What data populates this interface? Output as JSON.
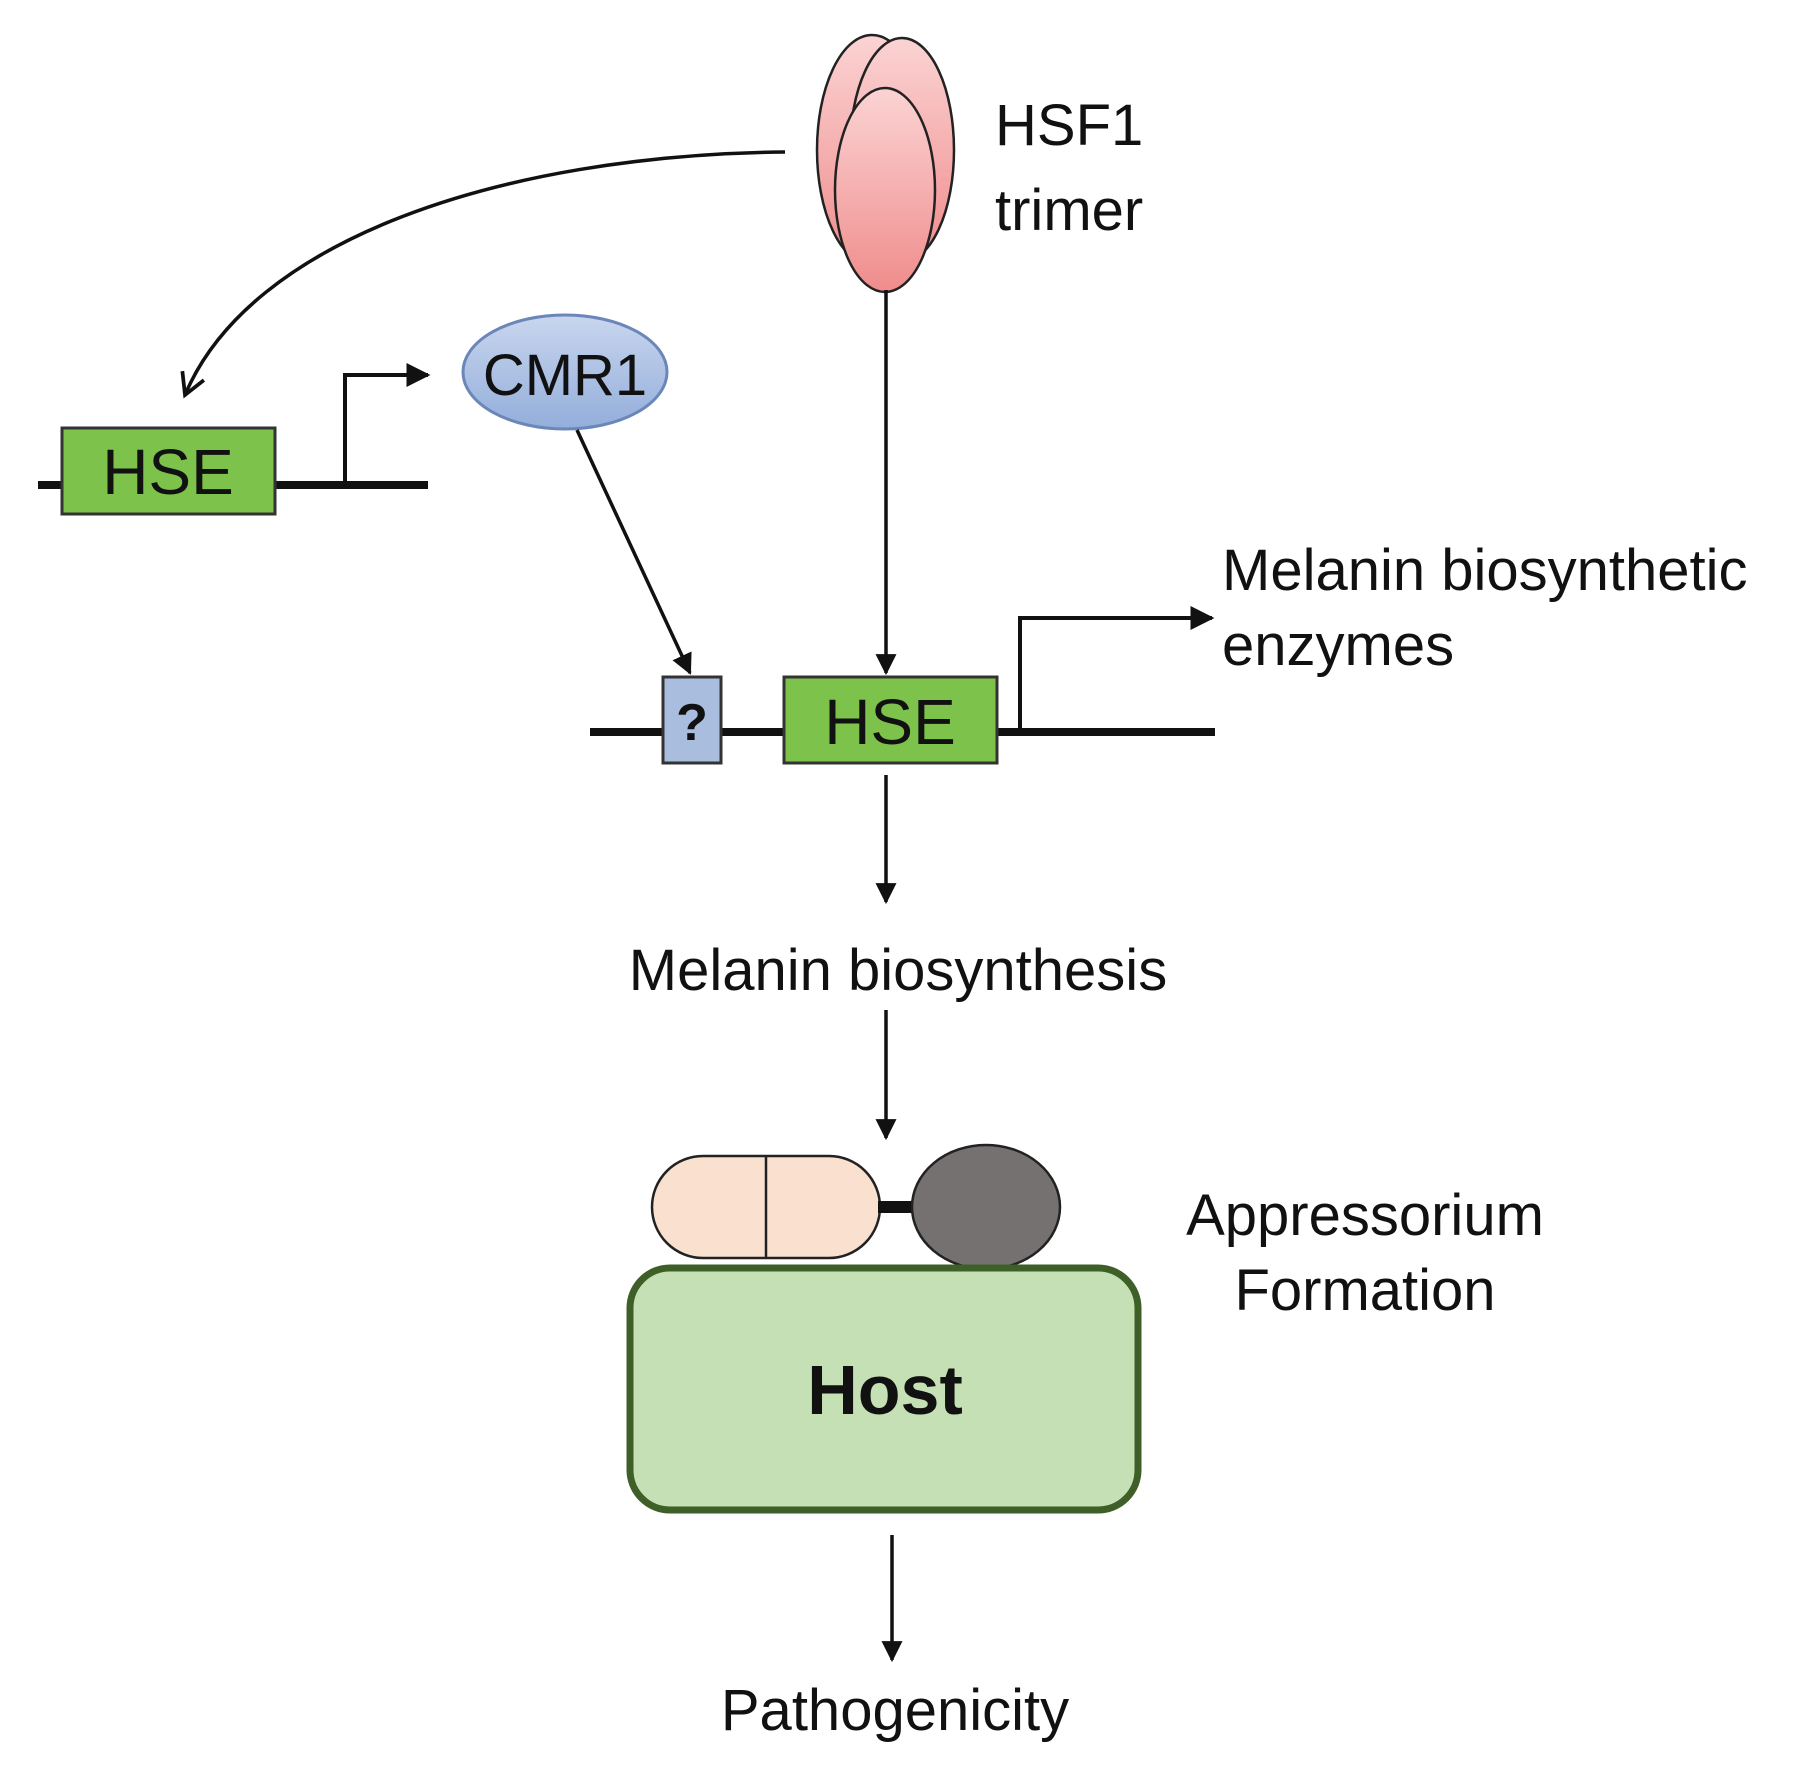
{
  "labels": {
    "hsf1_line1": "HSF1",
    "hsf1_line2": "trimer",
    "cmr1": "CMR1",
    "hse_left": "HSE",
    "hse_center": "HSE",
    "unknown_element": "?",
    "melanin_enzymes_line1": "Melanin biosynthetic",
    "melanin_enzymes_line2": "enzymes",
    "melanin_biosynthesis": "Melanin biosynthesis",
    "appressorium_line1": "Appressorium",
    "appressorium_line2": "Formation",
    "host": "Host",
    "pathogenicity": "Pathogenicity"
  },
  "colors": {
    "hse_box": "#7dc24b",
    "unknown_box": "#a9bedf",
    "cmr1_ellipse": "#a9bedf",
    "hsf1_fill": "#f4a8a8",
    "host_fill": "#c5e0b4",
    "host_border": "#3f5f28",
    "conidium_fill": "#f9e0cf",
    "appressorium_fill": "#767171"
  }
}
